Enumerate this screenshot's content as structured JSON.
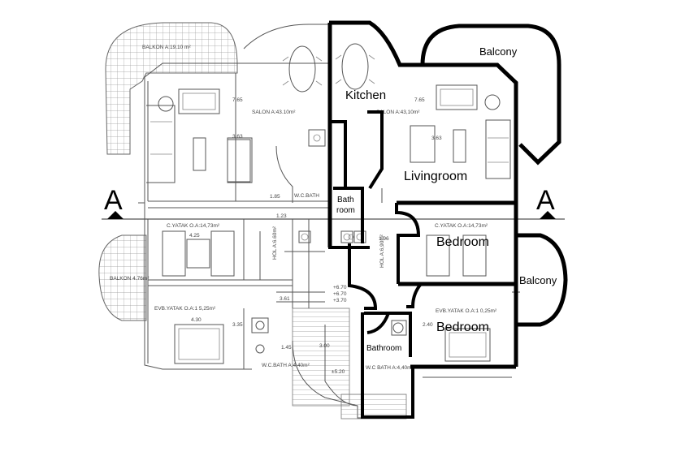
{
  "section_mark": "A",
  "room_labels": {
    "kitchen": "Kitchen",
    "living": "Livingroom",
    "bath_top_1": "Bath",
    "bath_top_2": "room",
    "bedroom_1": "Bedroom",
    "bedroom_2": "Bedroom",
    "bathroom": "Bathroom",
    "balcony_top": "Balcony",
    "balcony_right": "Balcony"
  },
  "plan_annotations": {
    "balkon_top": "BALKON A:19.10 m²",
    "salon_left": "SALON A:43.10m²",
    "salon_right": "SALON A:43,10m²",
    "cyatak_left": "C.YATAK O.A:14,73m²",
    "cyatak_right": "C.YATAK O.A:14,73m²",
    "evb_left": "EVB.YATAK O.A:1 5,25m²",
    "evb_right": "EVB.YATAK O.A:1 0,25m²",
    "balkon_left": "BALKON 4.76m²",
    "hol_left": "HOL A:6.60m²",
    "hol_right": "HOL A:6,90m²",
    "wc_top": "W.C.BATH",
    "wc_bottom_left": "W.C.BATH A:4,40m²",
    "wc_bottom_right": "W.C BATH A:4,40m²",
    "level_1": "+6.70",
    "level_2": "+6.70",
    "level_3": "+3.70",
    "level_4": "±5.20",
    "dim_1": "7.65",
    "dim_2": "3.63",
    "dim_3": "1.85",
    "dim_4": "1.23",
    "dim_5": "4.25",
    "dim_6": "3.61",
    "dim_7": "4.30",
    "dim_8": "3.35",
    "dim_9": "1.45",
    "dim_10": "3.00",
    "dim_11": "1.96",
    "dim_12": "2.40",
    "dim_13": "7.65",
    "dim_14": "3.63"
  }
}
